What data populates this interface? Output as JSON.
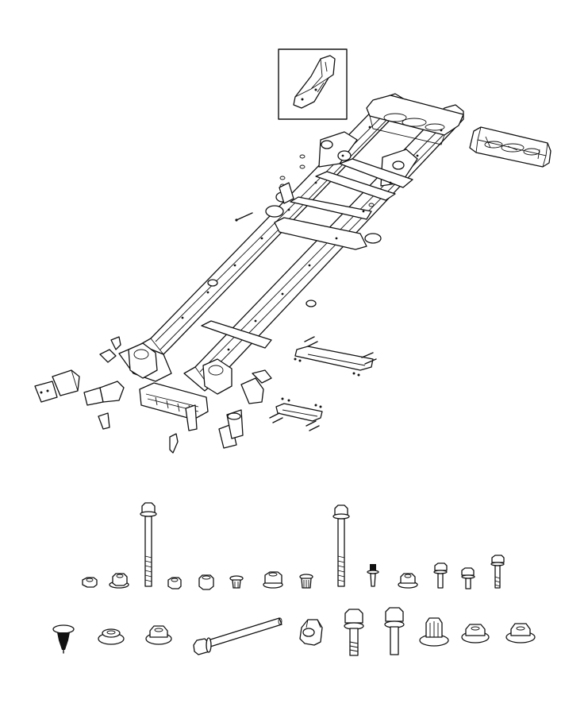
{
  "figure": {
    "callouts": [],
    "colors": {
      "line": "#111111",
      "background": "#ffffff"
    },
    "components": [
      "frame-assembly",
      "inset-crossmember-bracket",
      "rear-crossmember-detached",
      "front-hook-bracket-left",
      "front-hook-bracket-right",
      "front-body-mount-bracket-left",
      "front-body-mount-bracket-right",
      "cab-mount-bracket",
      "transfer-case-crossmember",
      "skid-plate-crossmember",
      "hardware-fasteners"
    ],
    "hardware_row_1": [
      "hex-nut-small",
      "flange-nut",
      "long-bolt",
      "small-nut",
      "round-nut",
      "push-pin",
      "spacer-nut",
      "flange-nut-2",
      "long-bolt-2",
      "screw",
      "flange-nut-3",
      "hex-bolt-short",
      "hex-bolt-stud",
      "hex-bolt-long"
    ],
    "hardware_row_2": [
      "push-rivet",
      "washer-spacer",
      "hex-flange-nut",
      "long-flange-bolt",
      "cage-nut",
      "hex-bolt",
      "hex-bolt-2",
      "weld-stud-nut",
      "flange-nut-4",
      "flange-nut-5"
    ]
  }
}
